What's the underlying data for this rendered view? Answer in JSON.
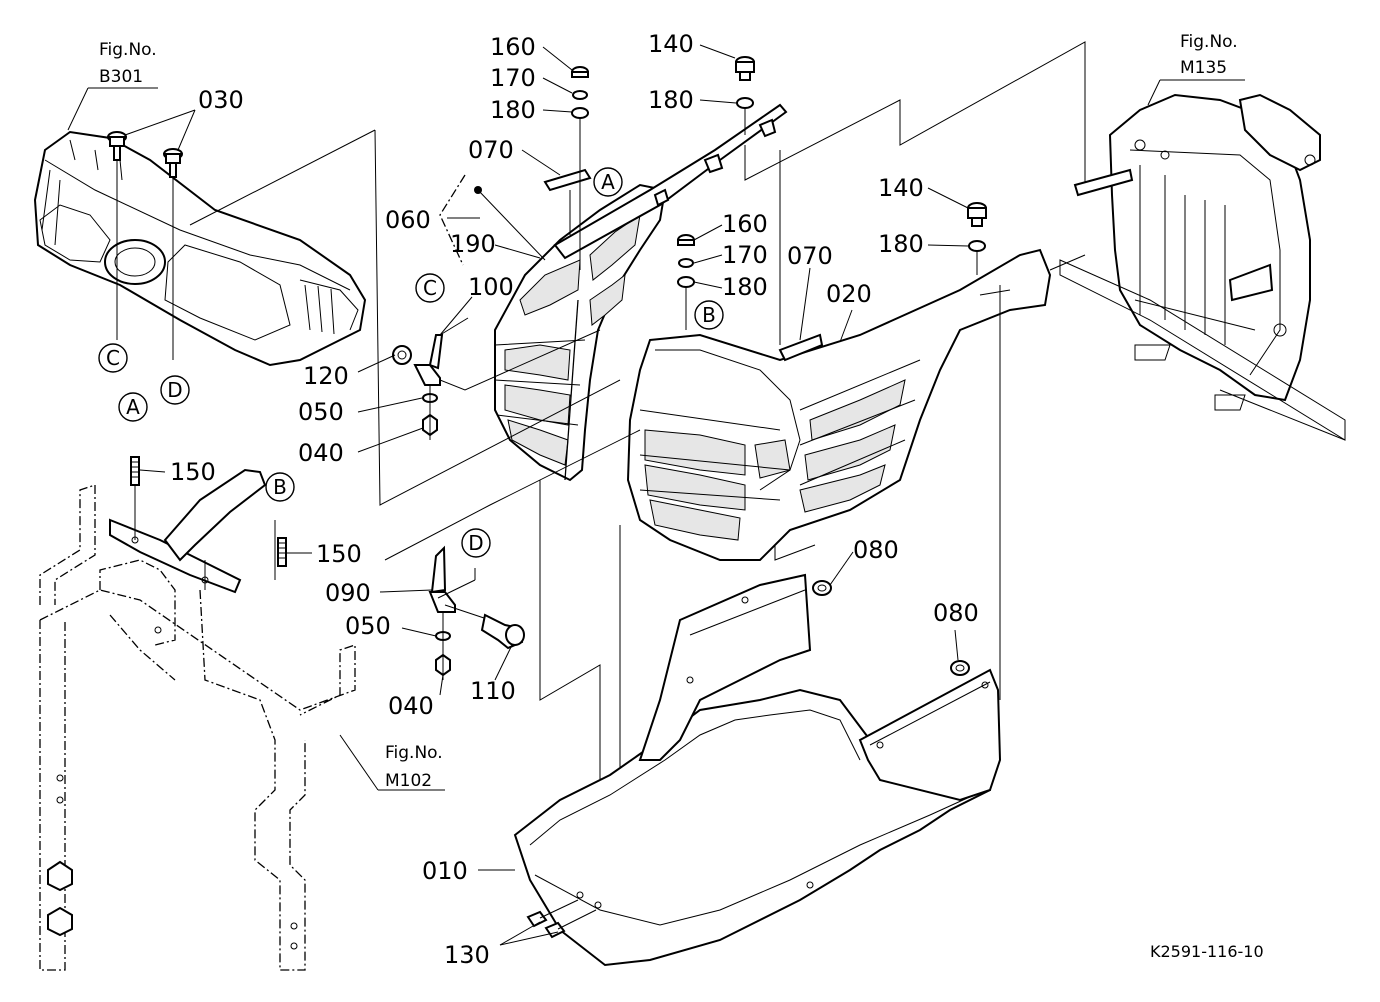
{
  "drawing_code": "K2591-116-10",
  "figure_refs": [
    {
      "id": "b301",
      "prefix": "Fig.No.",
      "number": "B301"
    },
    {
      "id": "m135",
      "prefix": "Fig.No.",
      "number": "M135"
    },
    {
      "id": "m102",
      "prefix": "Fig.No.",
      "number": "M102"
    }
  ],
  "part_numbers": {
    "p010": "010",
    "p020": "020",
    "p030": "030",
    "p040a": "040",
    "p040b": "040",
    "p050a": "050",
    "p050b": "050",
    "p060": "060",
    "p070a": "070",
    "p070b": "070",
    "p080a": "080",
    "p080b": "080",
    "p090": "090",
    "p100": "100",
    "p110": "110",
    "p120": "120",
    "p130": "130",
    "p140a": "140",
    "p140b": "140",
    "p150a": "150",
    "p150b": "150",
    "p160a": "160",
    "p160b": "160",
    "p170a": "170",
    "p170b": "170",
    "p180a": "180",
    "p180b": "180",
    "p180c": "180",
    "p180d": "180",
    "p190": "190"
  },
  "reference_letters": {
    "a1": "A",
    "a2": "A",
    "b1": "B",
    "b2": "B",
    "c1": "C",
    "c2": "C",
    "d1": "D",
    "d2": "D"
  }
}
